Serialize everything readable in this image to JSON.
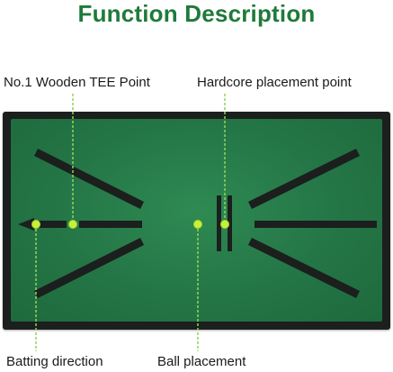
{
  "title": "Function Description",
  "labels": {
    "tee_point": "No.1 Wooden TEE Point",
    "hardcore_point": "Hardcore placement point",
    "batting_direction": "Batting direction",
    "ball_placement": "Ball placement"
  },
  "colors": {
    "title": "#1f7a3a",
    "turf": "#247546",
    "strip": "#1b1f1d",
    "pointer_dot": "#c8f03a",
    "pointer_line": "#8fd45c"
  }
}
